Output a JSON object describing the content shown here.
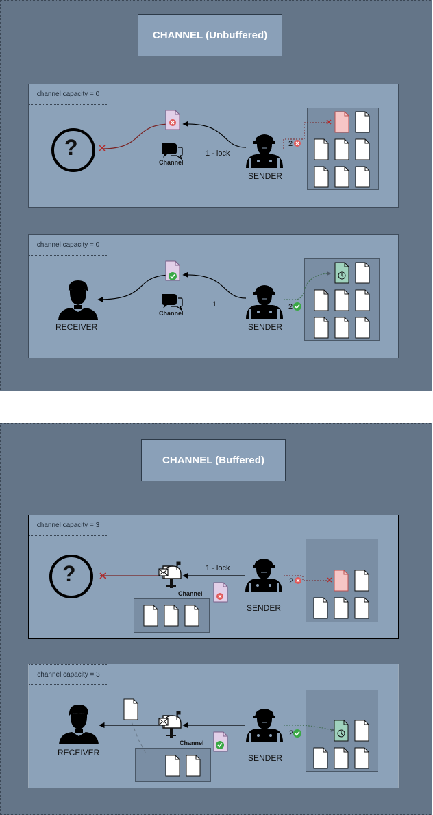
{
  "unbuffered": {
    "title": "CHANNEL (Unbuffered)",
    "panel1": {
      "capacity": "channel capacity = 0",
      "lock": "1 - lock",
      "step2": "2",
      "channel": "Channel",
      "sender": "SENDER",
      "unknown": "?"
    },
    "panel2": {
      "capacity": "channel capacity = 0",
      "step1": "1",
      "step2": "2",
      "channel": "Channel",
      "sender": "SENDER",
      "receiver": "RECEIVER"
    }
  },
  "buffered": {
    "title": "CHANNEL (Buffered)",
    "panel1": {
      "capacity": "channel capacity = 3",
      "lock": "1 - lock",
      "step2": "2",
      "channel": "Channel",
      "sender": "SENDER",
      "unknown": "?"
    },
    "panel2": {
      "capacity": "channel capacity = 3",
      "step2": "2",
      "channel": "Channel",
      "sender": "SENDER",
      "receiver": "RECEIVER"
    }
  },
  "colors": {
    "section_bg": "#647588",
    "panel_bg": "#8ca2b9",
    "title_bg": "#8aa0b8",
    "error_red": "#e05a5a",
    "success_green": "#3aa845",
    "blocked_doc": "#f6c6c6",
    "pending_doc": "#9fd2bd",
    "message_doc": "#e2cfe8"
  }
}
